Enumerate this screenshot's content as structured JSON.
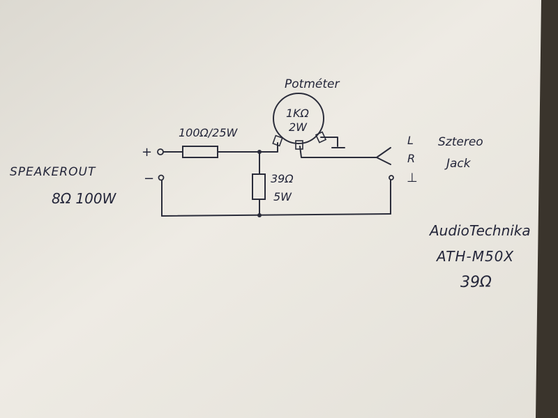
{
  "colors": {
    "ink": "#24263a",
    "paper": "#ece9e2",
    "background": "#2e2a24"
  },
  "labels": {
    "plus": "+",
    "minus": "−",
    "speaker_out": "SPEAKEROUT",
    "speaker_spec": "8Ω 100W",
    "series_resistor": "100Ω/25W",
    "shunt_value": "39Ω",
    "shunt_power": "5W",
    "pot_title": "Potméter",
    "pot_value": "1KΩ",
    "pot_power": "2W",
    "jack_l": "L",
    "jack_r": "R",
    "jack_gnd": "⊥",
    "stereo": "Sztereo",
    "jack": "Jack",
    "headphone_brand": "AudioTechnika",
    "headphone_model": "ATH-M50X",
    "headphone_impedance": "39Ω"
  }
}
